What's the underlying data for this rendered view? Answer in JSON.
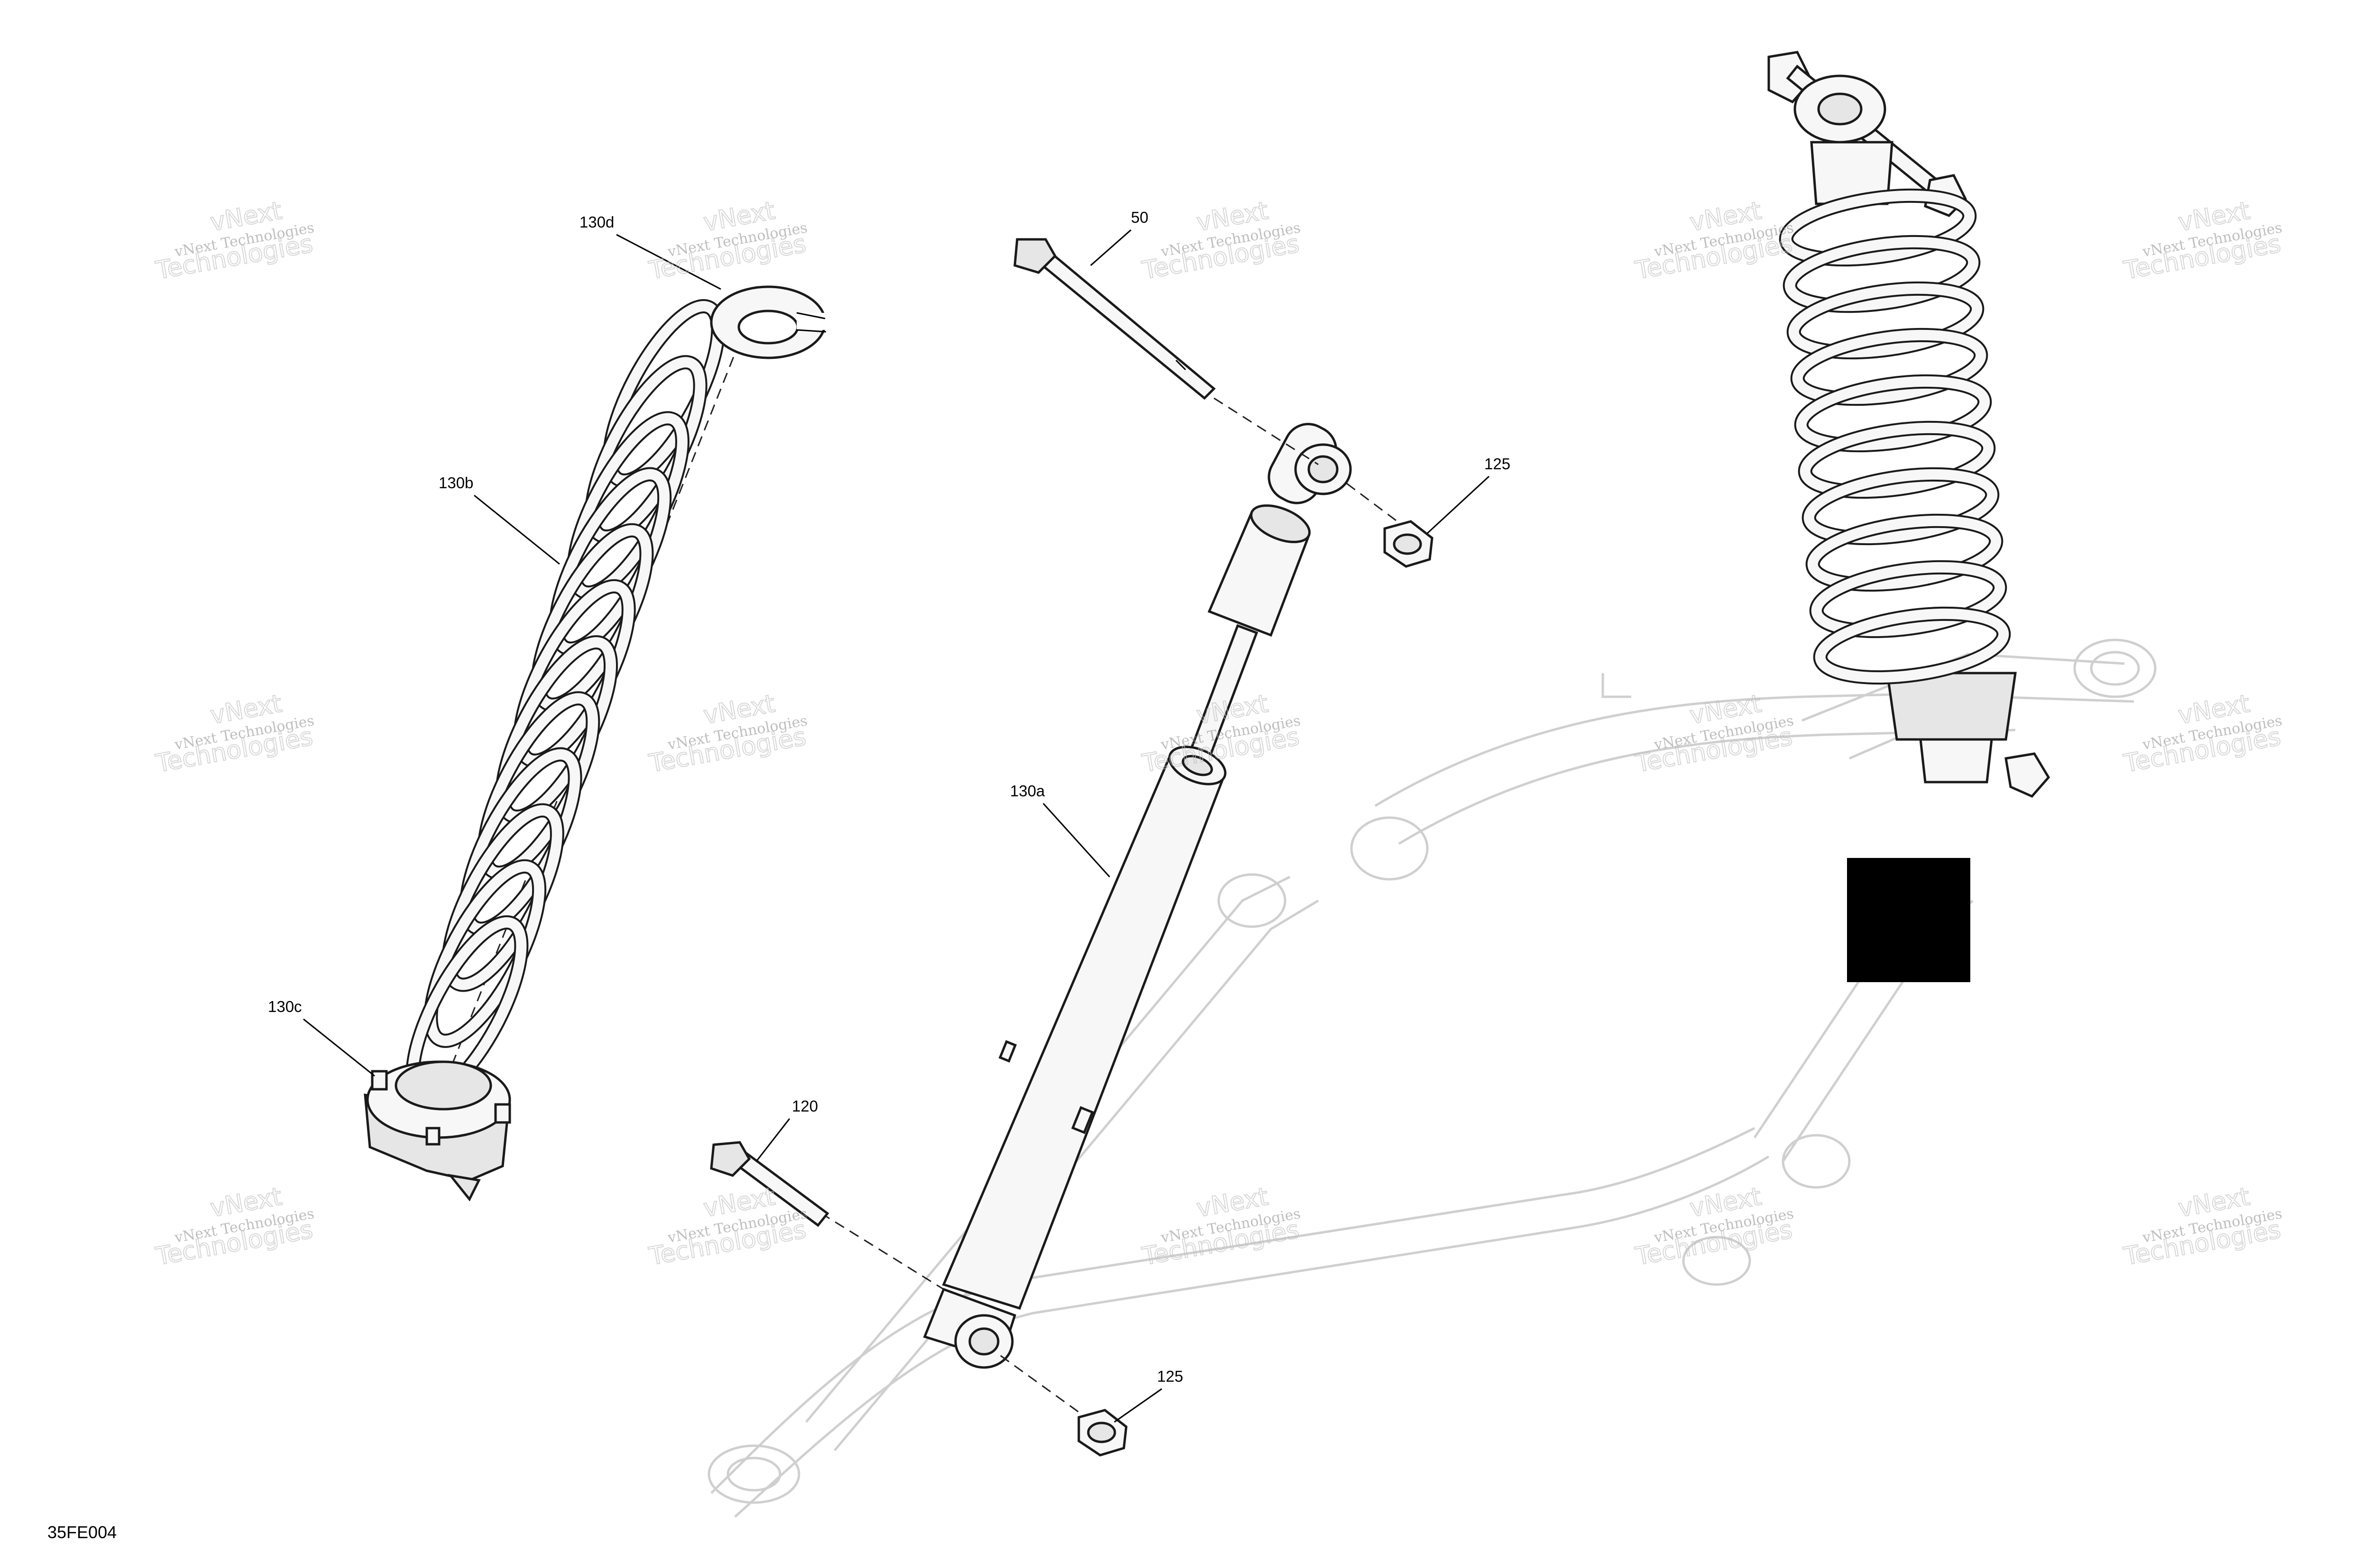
{
  "figure": {
    "id": "35FE004"
  },
  "callouts": {
    "c130d": "130d",
    "c130b": "130b",
    "c130c": "130c",
    "c130a": "130a",
    "c50": "50",
    "c125_top": "125",
    "c125_bottom": "125",
    "c120": "120"
  },
  "watermark": {
    "line1": "vNext Technologies",
    "line2_a": "vNext",
    "line2_b": "Technologies"
  },
  "colors": {
    "ink": "#1a1a1a",
    "ghost": "#cfcfcf",
    "redaction": "#000000"
  }
}
